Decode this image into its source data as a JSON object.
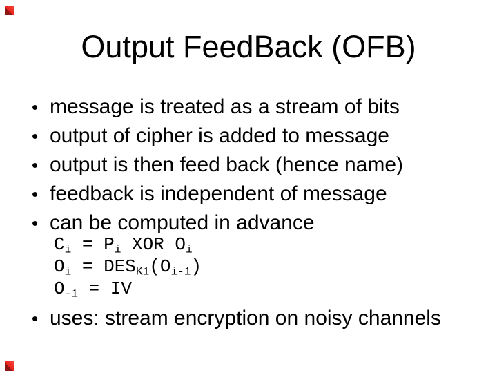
{
  "slide": {
    "title": "Output FeedBack (OFB)",
    "bullet_marker": "•",
    "bullets": [
      "message is treated as a stream of bits",
      "output of cipher is added to message",
      "output is then feed back (hence name)",
      "feedback is independent of message",
      "can be computed in advance"
    ],
    "formulas": [
      [
        {
          "t": "C",
          "s": "i"
        },
        {
          "t": " = "
        },
        {
          "t": "P",
          "s": "i"
        },
        {
          "t": " XOR "
        },
        {
          "t": "O",
          "s": "i"
        }
      ],
      [
        {
          "t": "O",
          "s": "i"
        },
        {
          "t": " = "
        },
        {
          "t": "DES",
          "s": "K1"
        },
        {
          "t": "("
        },
        {
          "t": "O",
          "s": "i-1"
        },
        {
          "t": ")"
        }
      ],
      [
        {
          "t": "O",
          "s": "-1"
        },
        {
          "t": " = "
        },
        {
          "t": "IV"
        }
      ]
    ],
    "closing_bullet": "uses: stream encryption on noisy channels",
    "colors": {
      "background": "#ffffff",
      "text": "#000000",
      "accent_red": "#e8211d",
      "accent_dark_red": "#8f1713"
    }
  }
}
